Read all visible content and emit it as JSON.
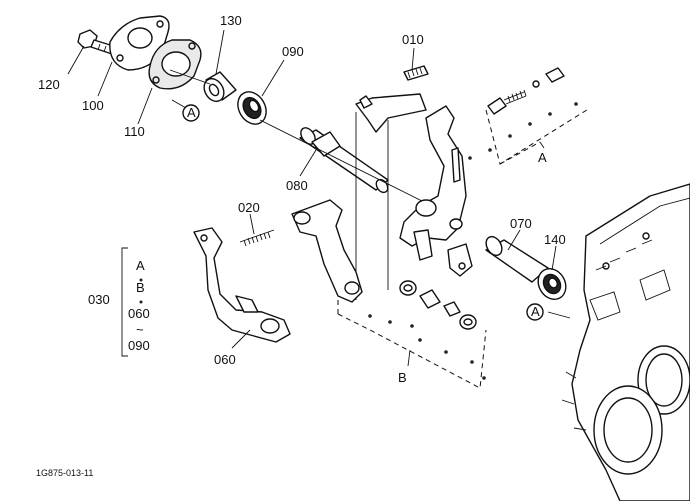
{
  "callouts": [
    {
      "id": "p120",
      "text": "120"
    },
    {
      "id": "p100",
      "text": "100"
    },
    {
      "id": "p110",
      "text": "110"
    },
    {
      "id": "p130",
      "text": "130"
    },
    {
      "id": "p090",
      "text": "090"
    },
    {
      "id": "p010",
      "text": "010"
    },
    {
      "id": "p080",
      "text": "080"
    },
    {
      "id": "p020",
      "text": "020"
    },
    {
      "id": "p070",
      "text": "070"
    },
    {
      "id": "p140",
      "text": "140"
    },
    {
      "id": "p060",
      "text": "060"
    },
    {
      "id": "pA1",
      "text": "A"
    },
    {
      "id": "pA2",
      "text": "A"
    },
    {
      "id": "pA3",
      "text": "A"
    },
    {
      "id": "pB",
      "text": "B"
    }
  ],
  "group_030": {
    "label": "030",
    "items": [
      "A",
      "B",
      "060",
      "~",
      "090"
    ]
  },
  "footer_code": "1G875-013-11"
}
